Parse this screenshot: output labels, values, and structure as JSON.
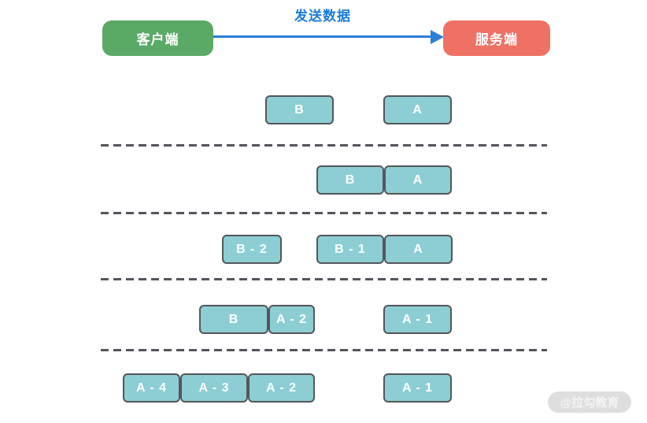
{
  "header": {
    "client_label": "客户端",
    "server_label": "服务端",
    "arrow_label": "发送数据"
  },
  "rows": [
    {
      "boxes": [
        {
          "label": "B"
        },
        {
          "label": "A"
        }
      ]
    },
    {
      "boxes": [
        {
          "label": "B"
        },
        {
          "label": "A"
        }
      ]
    },
    {
      "boxes": [
        {
          "label": "B - 2"
        },
        {
          "label": "B - 1"
        },
        {
          "label": "A"
        }
      ]
    },
    {
      "boxes": [
        {
          "label": "B"
        },
        {
          "label": "A - 2"
        },
        {
          "label": "A - 1"
        }
      ]
    },
    {
      "boxes": [
        {
          "label": "A - 4"
        },
        {
          "label": "A - 3"
        },
        {
          "label": "A - 2"
        },
        {
          "label": "A - 1"
        }
      ]
    }
  ],
  "watermark": {
    "text": "@拉勾教育"
  },
  "colors": {
    "client_green": "#5BA967",
    "server_red": "#EF7164",
    "packet_teal": "#8CCED3",
    "packet_border": "#54565A",
    "arrow_blue": "#2B7FD9",
    "dash_gray": "#54555D"
  }
}
